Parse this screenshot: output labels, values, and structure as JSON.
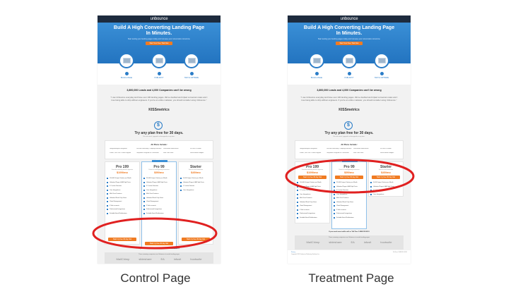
{
  "labels": {
    "control": "Control Page",
    "treatment": "Treatment Page"
  },
  "page": {
    "logo": "unbounce",
    "hero_title": "Build A High Converting Landing Page In Minutes.",
    "hero_subtitle": "Start testing your landing pages today and increase your conversions tomorrow.",
    "hero_button": "Start Your Free Trial Now",
    "steps": [
      "BUILD A PAGE",
      "PUBLISH IT",
      "TEST & OPTIMIZE"
    ],
    "leads": "3,800,000 Leads and 4,000 Companies can't be wrong",
    "quote": "\"I use Unbounce everyday and have over 100 landing pages. We've doubled and tripled conversion rates and I love being able to ship without engineers. If you're an online marketer, you should consider using Unbounce.\"",
    "testimonial_logo": "KISSmetrics",
    "try_title": "Try any plan free for 30 days.",
    "try_subtitle": "No risk cancel, upgrade or downgrade at any time.",
    "all_plans_title": "All Plans Include:",
    "all_plans_features": [
      "Google Analytics Integration",
      "Phone, Live Chat + Email Support",
      "Use with Mailchimp, Campaign Monitor, etc.",
      "Templates Designed for Conversion",
      "Lead Email Notifications",
      "Real-Time Stats",
      "WYSIWYG Editor",
      "Social Media Widgets"
    ],
    "plans": [
      {
        "name": "Pro 199",
        "desc": "Great for marketing teams & agencies",
        "price": "$199/mo",
        "badge": "",
        "features": [
          "100,000 Unique Visitors per Month",
          "Unlimited Pages & A/B Split Tests",
          "5 Custom Domains",
          "Core Integrations",
          "Multi User Features",
          "Unlimited Read Only Users",
          "Client Management",
          "5 Sub accounts",
          "Professional Integrations",
          "Scalable Email Notifications"
        ]
      },
      {
        "name": "Pro 99",
        "desc": "Perfect for small/growing businesses",
        "price": "$99/mo",
        "badge": "BEST VALUE",
        "features": [
          "25,000 Unique Visitors per Month",
          "Unlimited Pages & A/B Split Tests",
          "5 Custom Domains",
          "Core Integrations",
          "Multi User Features",
          "Unlimited Read Only Users",
          "Client Management",
          "2 Sub accounts",
          "Professional Integrations",
          "Scalable Email Notifications"
        ]
      },
      {
        "name": "Starter",
        "desc": "Great for new businesses",
        "price": "$49/mo",
        "badge": "",
        "features": [
          "5,000 Unique Visitors per Month",
          "Unlimited Pages & A/B Split Tests",
          "1 Custom Domain",
          "Core Integrations"
        ]
      }
    ],
    "cta": "Start my free 30 day trial",
    "toll_free": "If you need more traffic call us Toll Free 1-888-515-9161",
    "logos_title": "These amazing companies use Unbounce to make landing pages",
    "customer_logos": [
      "MailChimp",
      "slideshare",
      "EA",
      "infusit",
      "hootsuite"
    ],
    "footer_link": "Privacy",
    "footer_phone": "Toll Free 1-888-515-9161",
    "copyright": "Copyright 2013 Unbounce Marketing Solutions Inc."
  },
  "colors": {
    "header": "#1d2b3e",
    "hero": "#2a7cc7",
    "cta": "#f07b22",
    "highlight": "#e02020"
  }
}
